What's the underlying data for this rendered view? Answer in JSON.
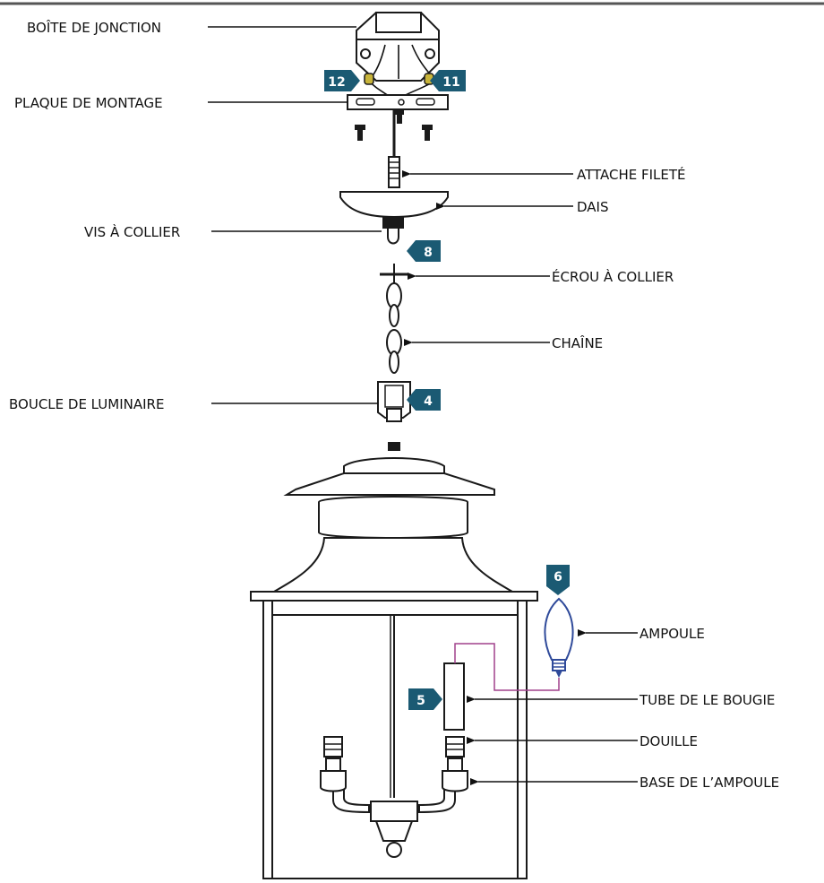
{
  "labels": {
    "junction_box": "BOÎTE DE JONCTION",
    "mounting_plate": "PLAQUE DE MONTAGE",
    "threaded_nipple": "ATTACHE FILETÉ",
    "canopy": "DAIS",
    "collar_screw": "VIS À COLLIER",
    "collar_nut": "ÉCROU À COLLIER",
    "chain": "CHAÎNE",
    "fixture_loop": "BOUCLE DE LUMINAIRE",
    "bulb": "AMPOULE",
    "candle_tube": "TUBE DE LE BOUGIE",
    "socket": "DOUILLE",
    "bulb_base": "BASE DE L’AMPOULE"
  },
  "steps": {
    "step_12": "12",
    "step_11": "11",
    "step_8": "8",
    "step_4": "4",
    "step_6": "6",
    "step_5": "5"
  },
  "colors": {
    "badge": "#1b5a73",
    "wire_guide": "#a0408c",
    "bulb_outline": "#2f4a9a"
  }
}
